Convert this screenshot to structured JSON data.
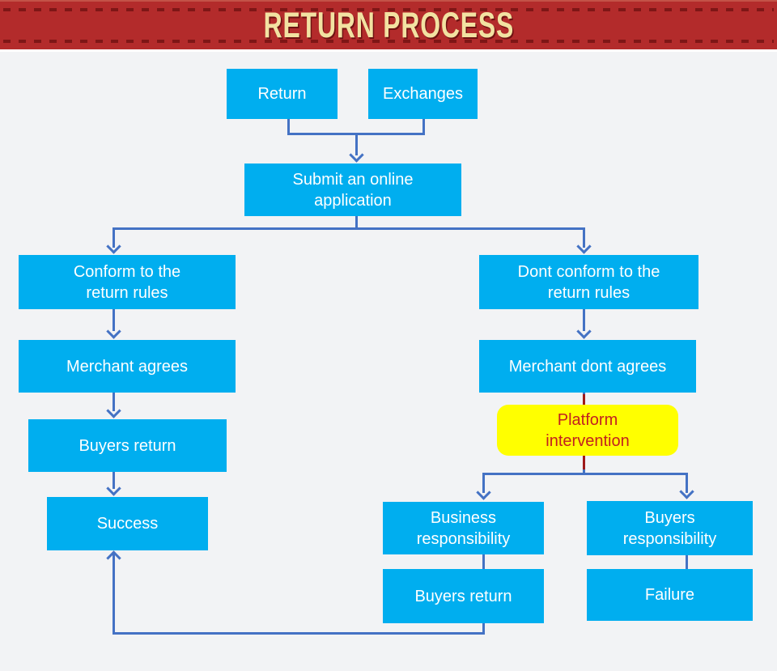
{
  "header": {
    "title": "RETURN PROCESS"
  },
  "colors": {
    "background": "#F2F3F5",
    "header_bg": "#B32B2B",
    "header_dash": "#7E1616",
    "header_text": "#F2E2A2",
    "node_fill": "#00AEEF",
    "node_text": "#FFFFFF",
    "connector": "#4472C4",
    "highlight_fill": "#FFFF00",
    "highlight_text": "#C22020",
    "highlight_connector": "#9E1A1A"
  },
  "nodes": {
    "return": {
      "label": "Return"
    },
    "exchanges": {
      "label": "Exchanges"
    },
    "submit": {
      "label": "Submit an online\napplication"
    },
    "conform": {
      "label": "Conform to the\nreturn rules"
    },
    "dont_conform": {
      "label": "Dont conform to the\nreturn rules"
    },
    "merchant_agrees": {
      "label": "Merchant agrees"
    },
    "merchant_dont_agrees": {
      "label": "Merchant dont agrees"
    },
    "buyers_return_left": {
      "label": "Buyers return"
    },
    "platform_intervention": {
      "label": "Platform\nintervention"
    },
    "success": {
      "label": "Success"
    },
    "business_responsibility": {
      "label": "Business\nresponsibility"
    },
    "buyers_responsibility": {
      "label": "Buyers\nresponsibility"
    },
    "buyers_return_bottom": {
      "label": "Buyers return"
    },
    "failure": {
      "label": "Failure"
    }
  }
}
